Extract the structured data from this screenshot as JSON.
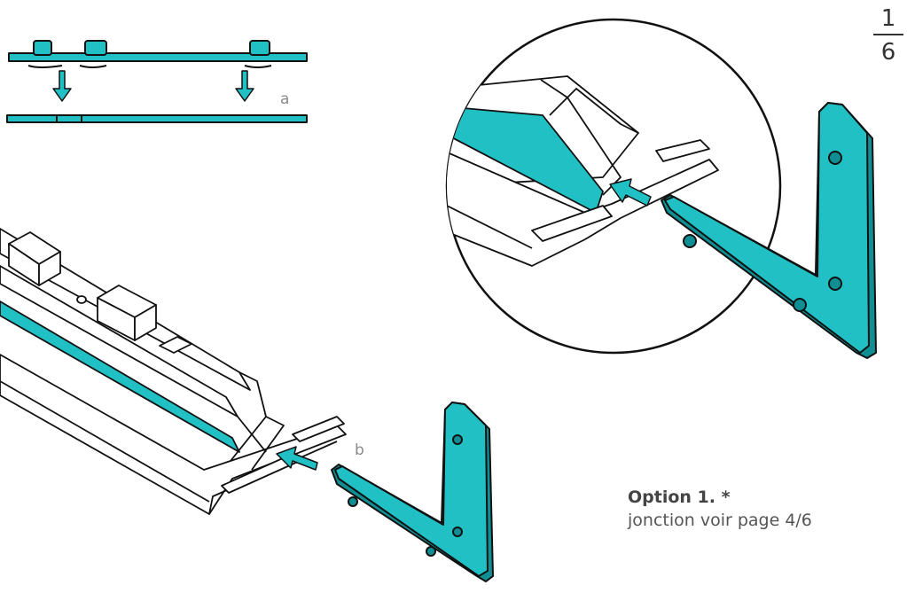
{
  "page": {
    "numerator": "1",
    "denominator": "6"
  },
  "steps": {
    "a": "a",
    "b": "b"
  },
  "caption": {
    "title": "Option 1. *",
    "text": "jonction voir page 4/6"
  },
  "colors": {
    "accent": "#20c0c4",
    "accent_dark": "#0f8f93",
    "line": "#111111",
    "label": "#8a8a8a"
  }
}
